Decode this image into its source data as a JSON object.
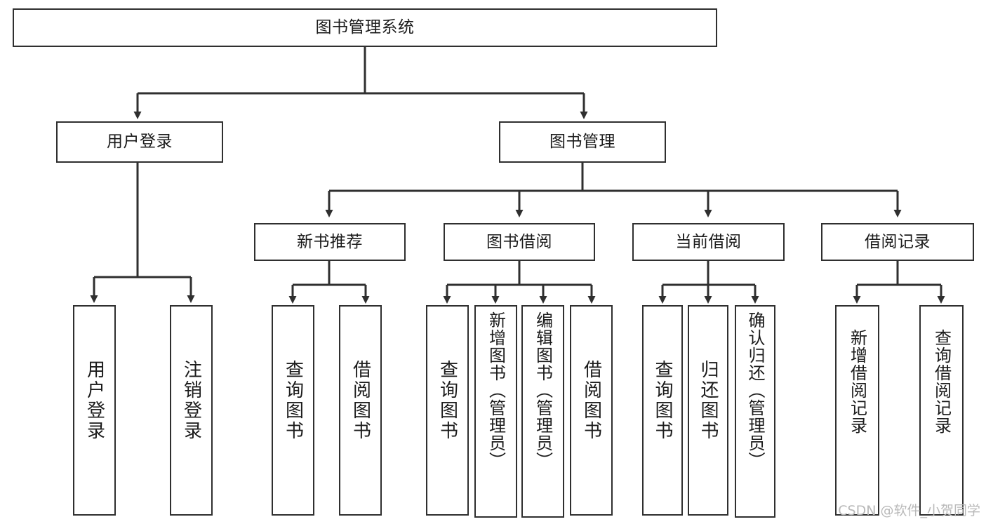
{
  "diagram": {
    "type": "tree-hierarchy-diagram",
    "title": "图书管理系统",
    "root": {
      "id": "root",
      "label": "图书管理系统"
    },
    "level2": [
      {
        "id": "user-login",
        "label": "用户登录"
      },
      {
        "id": "book-manage",
        "label": "图书管理"
      }
    ],
    "level3": [
      {
        "id": "new-book-recommend",
        "label": "新书推荐",
        "parent": "book-manage"
      },
      {
        "id": "book-borrow",
        "label": "图书借阅",
        "parent": "book-manage"
      },
      {
        "id": "current-borrow",
        "label": "当前借阅",
        "parent": "book-manage"
      },
      {
        "id": "borrow-record",
        "label": "借阅记录",
        "parent": "book-manage"
      }
    ],
    "leaves": {
      "user-login": [
        {
          "id": "leaf-user-login",
          "label": "用户登录"
        },
        {
          "id": "leaf-logout-login",
          "label": "注销登录"
        }
      ],
      "new-book-recommend": [
        {
          "id": "leaf-query-book-1",
          "label": "查询图书"
        },
        {
          "id": "leaf-borrow-book-1",
          "label": "借阅图书"
        }
      ],
      "book-borrow": [
        {
          "id": "leaf-query-book-2",
          "label": "查询图书"
        },
        {
          "id": "leaf-add-book-admin",
          "label": "新增图书（管理员）"
        },
        {
          "id": "leaf-edit-book-admin",
          "label": "编辑图书（管理员）"
        },
        {
          "id": "leaf-borrow-book-2",
          "label": "借阅图书"
        }
      ],
      "current-borrow": [
        {
          "id": "leaf-query-book-3",
          "label": "查询图书"
        },
        {
          "id": "leaf-return-book",
          "label": "归还图书"
        },
        {
          "id": "leaf-confirm-return-admin",
          "label": "确认归还（管理员）"
        }
      ],
      "borrow-record": [
        {
          "id": "leaf-add-borrow-record",
          "label": "新增借阅记录"
        },
        {
          "id": "leaf-query-borrow-record",
          "label": "查询借阅记录"
        }
      ]
    },
    "colors": {
      "stroke": "#2f2f2f",
      "background": "#ffffff",
      "text": "#1b1b1b",
      "watermark": "#b9b9b9"
    }
  },
  "watermark": {
    "text": "CSDN @软件_小贺同学"
  }
}
